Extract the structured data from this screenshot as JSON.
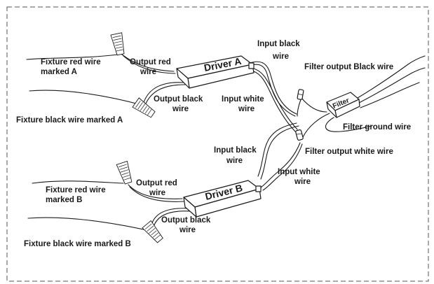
{
  "drivers": [
    {
      "label": "Driver A"
    },
    {
      "label": "Driver B"
    }
  ],
  "filter": {
    "label": "Filter"
  },
  "labels": {
    "fixture_red_a_line1": "Fixture red wire",
    "fixture_red_a_line2": "marked A",
    "output_red_a_line1": "Output red",
    "output_red_a_line2": "wire",
    "output_black_a_line1": "Output black",
    "output_black_a_line2": "wire",
    "fixture_black_a": "Fixture black wire marked A",
    "input_black_a_line1": "Input black",
    "input_black_a_line2": "wire",
    "input_white_a_line1": "Input white",
    "input_white_a_line2": "wire",
    "filter_output_black": "Filter output Black wire",
    "filter_ground": "Filter ground wire",
    "filter_output_white": "Filter output white wire",
    "input_black_b_line1": "Input black",
    "input_black_b_line2": "wire",
    "input_white_b_line1": "Input white",
    "input_white_b_line2": "wire",
    "fixture_red_b_line1": "Fixture red wire",
    "fixture_red_b_line2": "marked B",
    "output_red_b_line1": "Output red",
    "output_red_b_line2": "wire",
    "output_black_b_line1": "Output black",
    "output_black_b_line2": "wire",
    "fixture_black_b": "Fixture black wire marked B"
  }
}
